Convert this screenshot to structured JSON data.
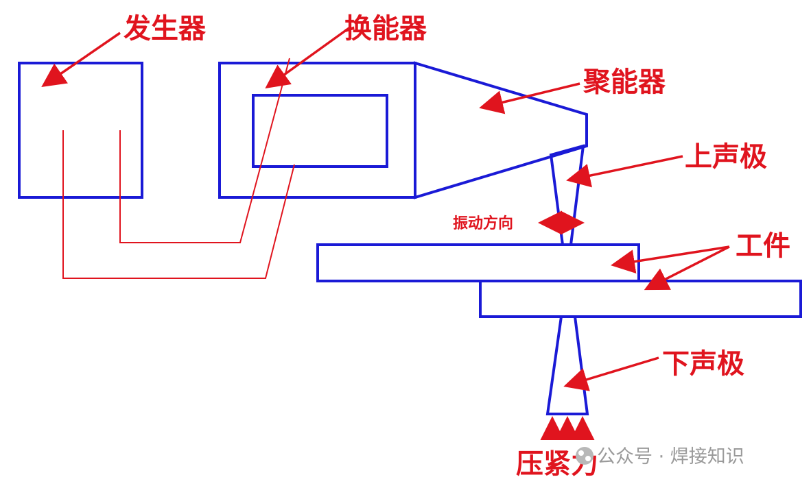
{
  "colors": {
    "structure": "#1a1ad6",
    "annotation": "#e0141e",
    "wire": "#e0141e",
    "watermark": "#9a9a9a",
    "background": "#ffffff"
  },
  "labels": {
    "generator": "发生器",
    "transducer": "换能器",
    "booster": "聚能器",
    "upper_horn": "上声极",
    "vibration_direction": "振动方向",
    "workpiece": "工件",
    "lower_horn": "下声极",
    "clamping_force": "压紧力"
  },
  "watermark": {
    "icon": "wechat-official-account-icon",
    "text": "公众号 · 焊接知识"
  }
}
